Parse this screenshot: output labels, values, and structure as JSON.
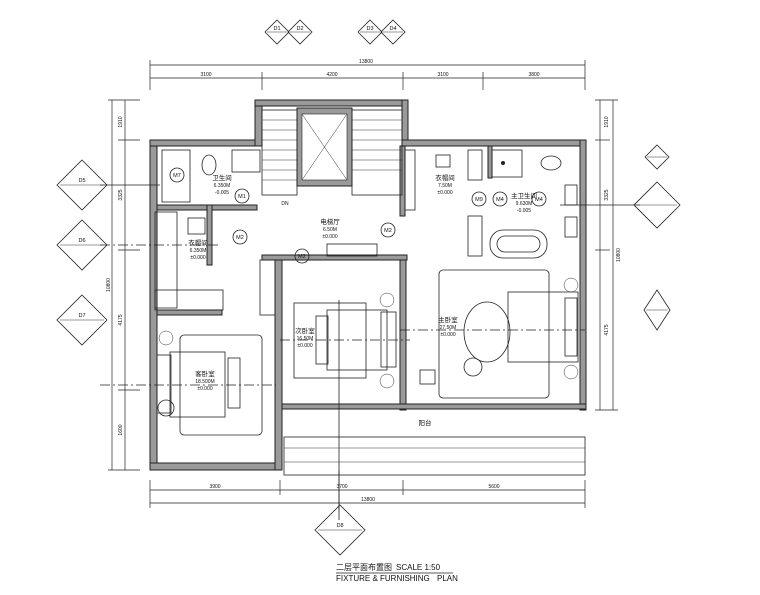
{
  "drawing": {
    "title_cn": "二层平面布置图",
    "title_en_left": "FIXTURE & FURNISHING",
    "title_en_right": "PLAN",
    "scale": "SCALE 1:50"
  },
  "dimensions": {
    "top_total": "13800",
    "top_segments": [
      "3100",
      "4200",
      "3100",
      "3800"
    ],
    "bottom_segments": [
      "3900",
      "3700",
      "5600"
    ],
    "bottom_total": "13800",
    "left_segments": [
      "1910",
      "3325",
      "4175",
      "1600"
    ],
    "left_total": "10800",
    "right_segments": [
      "1910",
      "3325",
      "4175"
    ],
    "right_total": "10800"
  },
  "rooms": [
    {
      "name": "卫生间",
      "area": "6.350M",
      "level": "-0.005"
    },
    {
      "name": "衣帽间",
      "area": "6.350M",
      "level": "±0.000"
    },
    {
      "name": "电梯厅",
      "area": "6.50M",
      "level": "±0.000"
    },
    {
      "name": "衣帽间",
      "area": "7.50M",
      "level": "±0.000"
    },
    {
      "name": "主卫生间",
      "area": "9.630M",
      "level": "-0.005"
    },
    {
      "name": "次卧室",
      "area": "16.50M",
      "level": "±0.000"
    },
    {
      "name": "主卧室",
      "area": "27.50M",
      "level": "±0.000"
    },
    {
      "name": "客卧室",
      "area": "18.500M",
      "level": "±0.000"
    },
    {
      "name": "阳台",
      "area": "",
      "level": ""
    }
  ],
  "door_tags": [
    "M1",
    "M2",
    "M2",
    "M2",
    "M4",
    "M4",
    "M9",
    "M7"
  ],
  "section_callouts": [
    "D1",
    "D2",
    "D3",
    "D4",
    "D5",
    "D6",
    "D7",
    "D8"
  ],
  "stair_label": "DN"
}
